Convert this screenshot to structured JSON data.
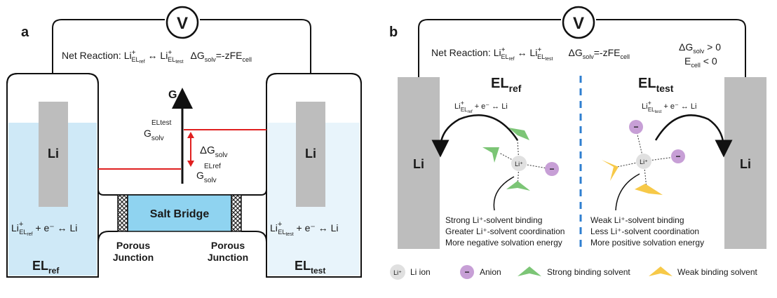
{
  "panel_a": {
    "label": "a",
    "voltmeter": "V",
    "net_reaction": {
      "prefix": "Net Reaction: Li",
      "sup": "+",
      "sub1": "EL",
      "sub1b": "ref",
      "arrow": " ↔ Li",
      "sub2": "EL",
      "sub2b": "test",
      "dg": "ΔG",
      "dg_sub": "solv",
      "dg_rest": "=-zFE",
      "cell_sub": "cell"
    },
    "left_electrode": "Li",
    "right_electrode": "Li",
    "g_axis": "G",
    "g_upper": {
      "main": "G",
      "sub": "solv",
      "sup": "EL",
      "sup_sub": "test"
    },
    "g_lower": {
      "main": "G",
      "sub": "solv",
      "sup": "EL",
      "sup_sub": "ref"
    },
    "delta_g": {
      "main": "ΔG",
      "sub": "solv"
    },
    "salt_bridge": "Salt Bridge",
    "left_junction": [
      "Porous",
      "Junction"
    ],
    "right_junction": [
      "Porous",
      "Junction"
    ],
    "left_reaction": {
      "li": "Li",
      "sup": "+",
      "sub": "EL",
      "subb": "ref",
      "rest": " + e⁻ ↔ Li"
    },
    "right_reaction": {
      "li": "Li",
      "sup": "+",
      "sub": "EL",
      "subb": "test",
      "rest": " + e⁻ ↔ Li"
    },
    "left_el": {
      "main": "EL",
      "sub": "ref"
    },
    "right_el": {
      "main": "EL",
      "sub": "test"
    }
  },
  "panel_b": {
    "label": "b",
    "voltmeter": "V",
    "net_reaction": {
      "prefix": "Net Reaction: Li",
      "sup": "+",
      "sub1": "EL",
      "sub1b": "ref",
      "arrow": " ↔ Li",
      "sub2": "EL",
      "sub2b": "test",
      "dg": "ΔG",
      "dg_sub": "solv",
      "dg_rest": "=-zFE",
      "cell_sub": "cell"
    },
    "cond1": {
      "main": "ΔG",
      "sub": "solv",
      "rest": " > 0"
    },
    "cond2": {
      "main": "E",
      "sub": "cell",
      "rest": " < 0"
    },
    "left_title": {
      "main": "EL",
      "sub": "ref"
    },
    "right_title": {
      "main": "EL",
      "sub": "test"
    },
    "left_electrode": "Li",
    "right_electrode": "Li",
    "left_reaction": {
      "li": "Li",
      "sup": "+",
      "sub": "EL",
      "subb": "ref",
      "rest": " + e⁻ ↔ Li"
    },
    "right_reaction": {
      "li": "Li",
      "sup": "+",
      "sub": "EL",
      "subb": "test",
      "rest": " + e⁻ ↔ Li"
    },
    "li_ion": "Li⁺",
    "anion_symbol": "−",
    "left_desc": [
      "Strong Li⁺-solvent binding",
      "Greater Li⁺-solvent coordination",
      "More negative solvation energy"
    ],
    "right_desc": [
      "Weak Li⁺-solvent binding",
      "Less Li⁺-solvent coordination",
      "More positive solvation energy"
    ],
    "legend": {
      "li_ion_symbol": "Li⁺",
      "li_ion": "Li ion",
      "anion": "Anion",
      "strong": "Strong binding solvent",
      "weak": "Weak binding solvent"
    }
  },
  "colors": {
    "electrolyte_ref": "#cfe9f7",
    "electrolyte_test": "#e8f4fb",
    "salt_bridge": "#8fd3f0",
    "electrode": "#bdbdbd",
    "red_line": "#e02020",
    "strong_solvent": "#7cc576",
    "weak_solvent": "#f7c948",
    "anion": "#c79fd6",
    "divider": "#2f7fd0"
  }
}
